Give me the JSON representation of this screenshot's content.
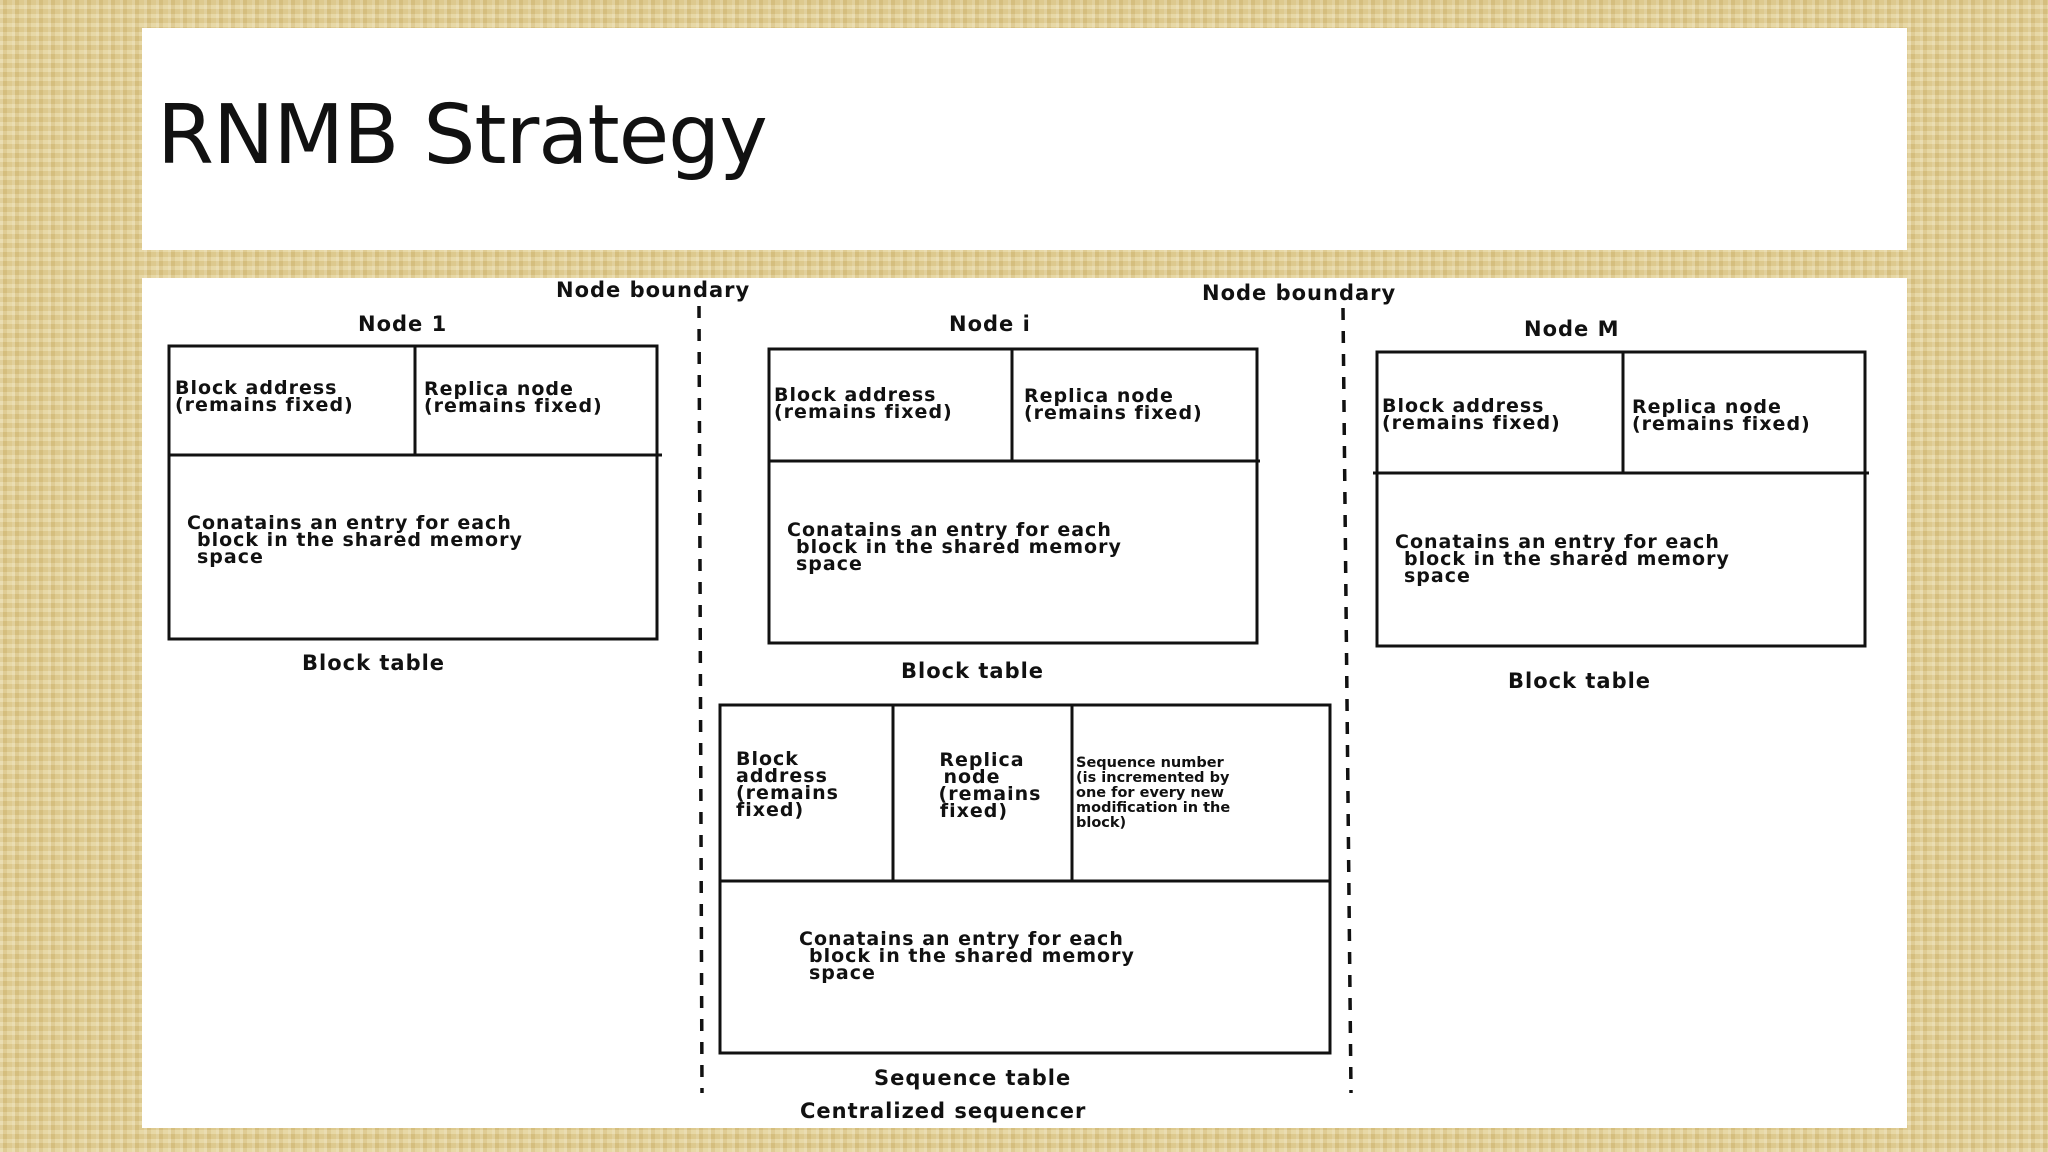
{
  "slide": {
    "title": "RNMB Strategy"
  },
  "diagram": {
    "boundary_label_1": "Node boundary",
    "boundary_label_2": "Node boundary",
    "nodes": [
      {
        "name": "Node 1",
        "col1": [
          "Block address",
          "(remains fixed)"
        ],
        "col2": [
          "Replica node",
          "(remains fixed)"
        ],
        "body": [
          "Conatains an entry for each",
          "block in the shared memory",
          "space"
        ],
        "caption": "Block table"
      },
      {
        "name": "Node i",
        "col1": [
          "Block address",
          "(remains fixed)"
        ],
        "col2": [
          "Replica node",
          "(remains fixed)"
        ],
        "body": [
          "Conatains an entry for each",
          "block in the shared memory",
          "space"
        ],
        "caption": "Block table"
      },
      {
        "name": "Node M",
        "col1": [
          "Block address",
          "(remains fixed)"
        ],
        "col2": [
          "Replica node",
          "(remains fixed)"
        ],
        "body": [
          "Conatains an entry for each",
          "block in the shared memory",
          "space"
        ],
        "caption": "Block table"
      }
    ],
    "sequence_table": {
      "col1": [
        "Block",
        "address",
        "(remains",
        "fixed)"
      ],
      "col2": [
        "Replica",
        "node",
        "(remains",
        "fixed)"
      ],
      "col3": [
        "Sequence number",
        "(is incremented by",
        "one for every new",
        "modification in the",
        "block)"
      ],
      "body": [
        "Conatains an entry for each",
        "block in the shared memory",
        "space"
      ],
      "caption": "Sequence table",
      "sequencer_label": "Centralized sequencer"
    }
  }
}
